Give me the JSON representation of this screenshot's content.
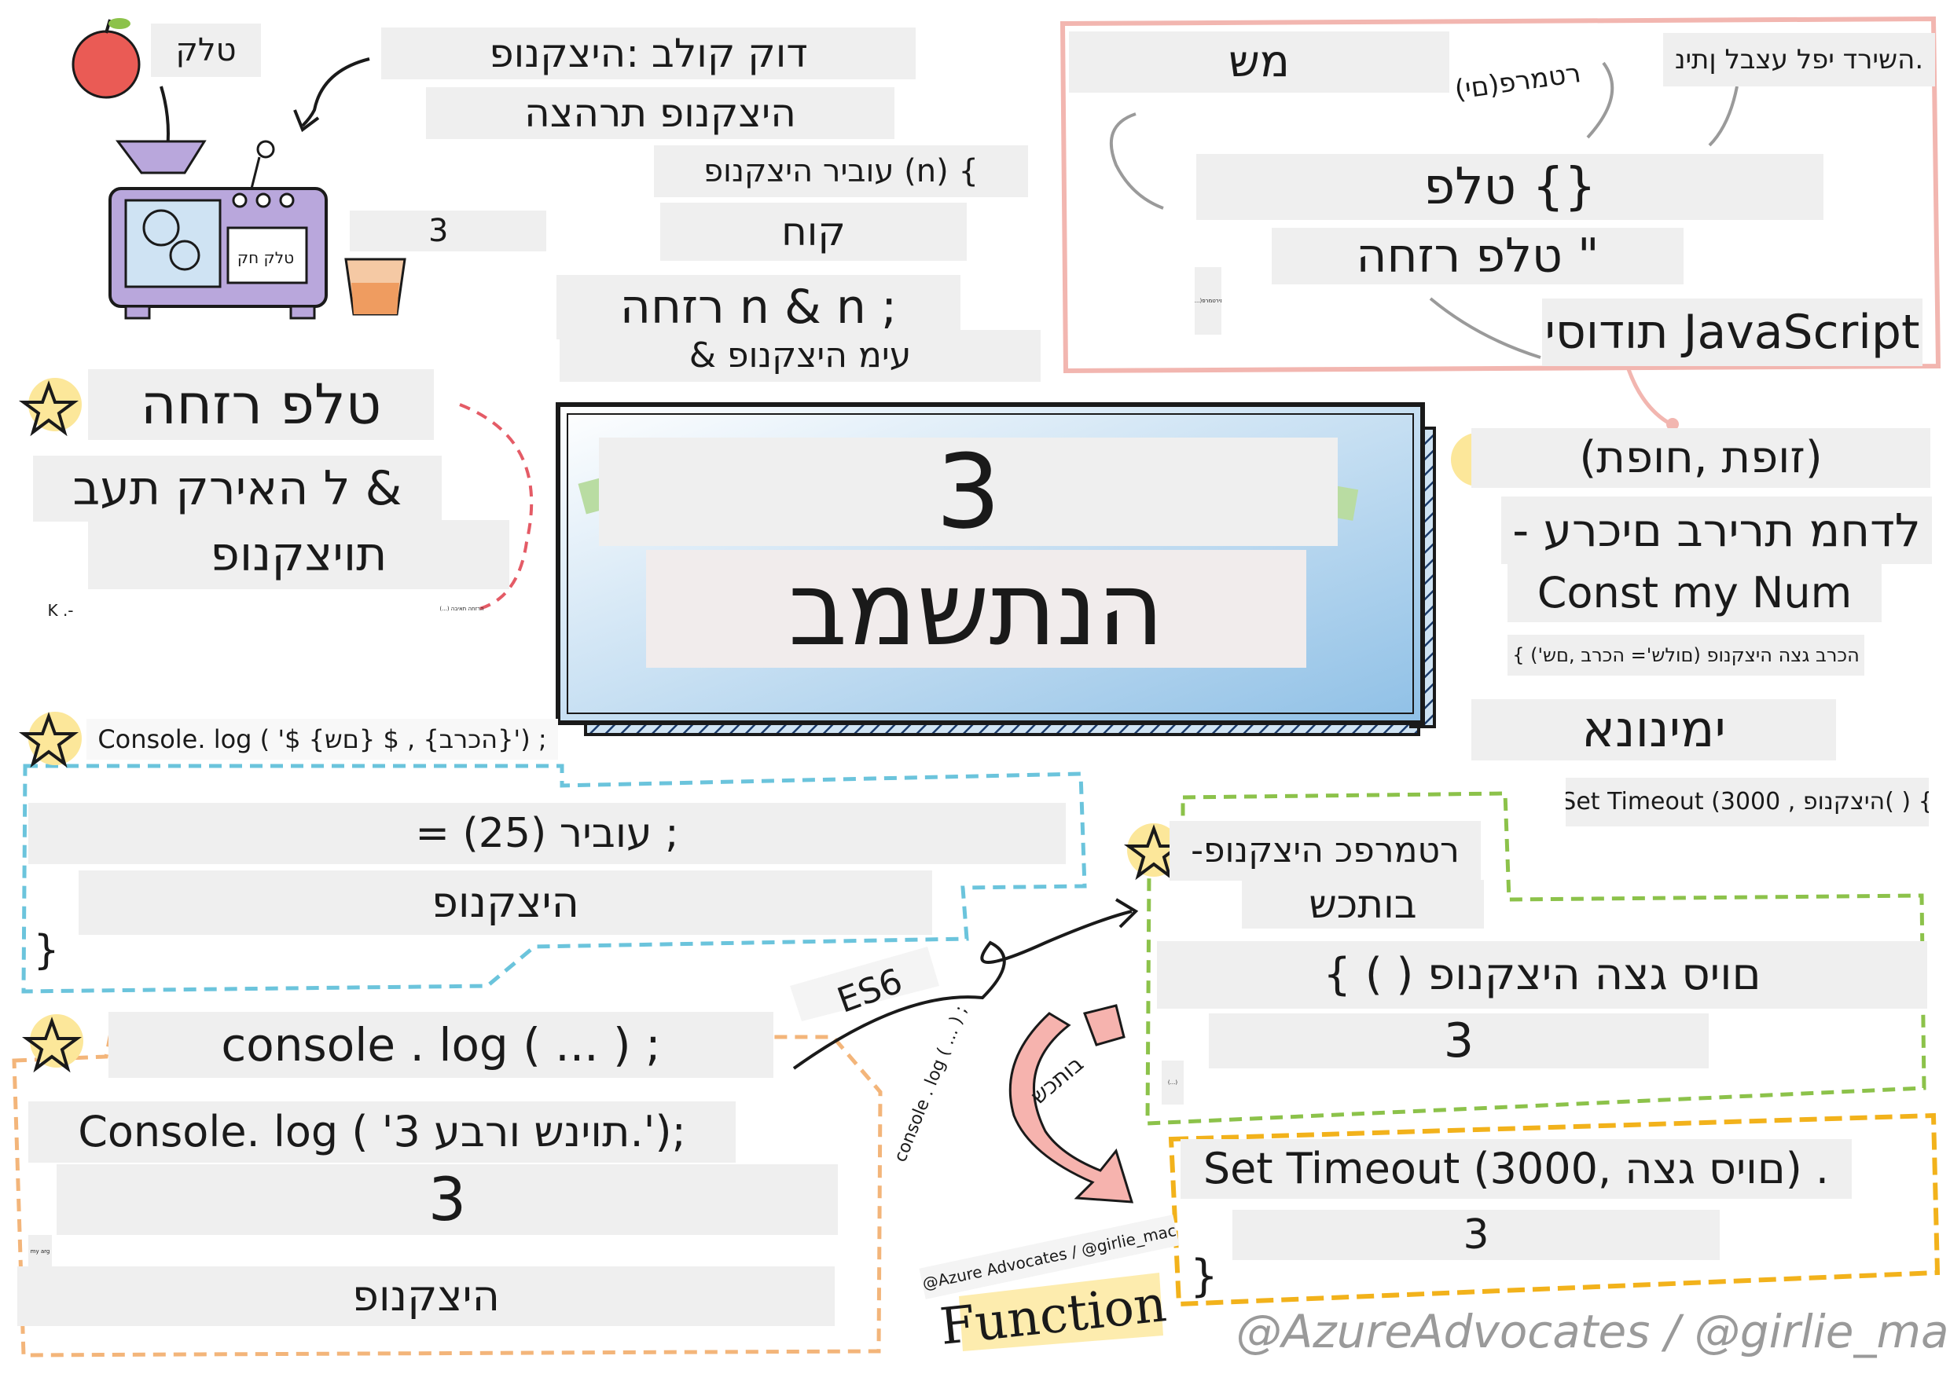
{
  "colors": {
    "ink": "#1a1a1a",
    "label_bg": "#efefef",
    "pink_frame": "#f2b6b0",
    "pink_dash": "#e45b66",
    "blue_dash": "#6bc4dc",
    "orange_dash": "#f3b57a",
    "green_dash": "#8cc24a",
    "yellow_dash": "#f2b21b",
    "star_fill": "#fce79a",
    "title_blue": "#a9cfe9",
    "machine_purple": "#b9a7dc",
    "apple_red": "#ea5b55",
    "watermark": "#9a9a9a"
  },
  "top_left": {
    "apple_label": "טלק",
    "machine_input_label": "טלק חק",
    "machine_output_value": "3",
    "title_line1": "דוק קולב :היצקנופ",
    "title_line2": "היצקנופ תרהצה",
    "code_line1": "עוביר היצקנופ (n) {",
    "code_line2": "קוח",
    "code_line3": "רזחה n & n ;",
    "code_line4": "& עימ היצקנופ"
  },
  "return_output": {
    "heading": "טלפ רזחה",
    "line1": "ל האירק תעב &",
    "line2": "תויצקנופ",
    "small_left": "K .-",
    "small_right": "(...) הרזחה תאיבה"
  },
  "title_box": {
    "number": "3",
    "word": "הנתשמב"
  },
  "parameters_box": {
    "word_sh": "מש",
    "parameter_label": "(םי)רטמרפ",
    "note": "השירד יפל עצבל ןתינ.",
    "code_line1": "טלפ {}",
    "code_line2": "טלפ רזחה \"",
    "js_label": "תודוסי JavaScript",
    "tiny_note": "(...)םירטמרפ"
  },
  "right_default": {
    "line1": "(זופת ,חופת)",
    "line2": "- לדחמ תרירב םיכרע",
    "line3": "Const my Num",
    "line4": "{ ('םולש'= הכרב ,םש) הכרב גצה היצקנופ"
  },
  "anonymous": {
    "heading": "ימינונא",
    "code": "Set Timeout (3000 , היצקנופ( ) {"
  },
  "blue_box": {
    "code_line1": "Console. log ( '$ {םש} $ , {הכרב}') ;",
    "code_line2": "= עוביר (25) ;",
    "code_line3": "היצקנופ",
    "brace": "}"
  },
  "orange_box": {
    "code_line1": "console . log ( ... ) ;",
    "code_line2": "Console. log ( '3 תוינש ורבע.');",
    "value": "3",
    "footer": "היצקנופ",
    "tiny_note": "my arg"
  },
  "green_box": {
    "line1": "-רטמרפכ היצקנופ",
    "line2": "בותכש",
    "code": "{ ( ) םויס גצה היצקנופ",
    "value": "3",
    "tiny_note": "(...)"
  },
  "yellow_box": {
    "code": "Set Timeout (3000, םויס גצה) .",
    "value": "3",
    "brace": "}"
  },
  "arrow_area": {
    "es6_label": "ES6",
    "rotated_code": "console . log ( ... ) ;",
    "curved_arrow_label": "בותכש",
    "credit_small": "@Azure Advocates / @girlie_mac",
    "function_word": "Function"
  },
  "signature": "@AzureAdvocates / @girlie_mac"
}
